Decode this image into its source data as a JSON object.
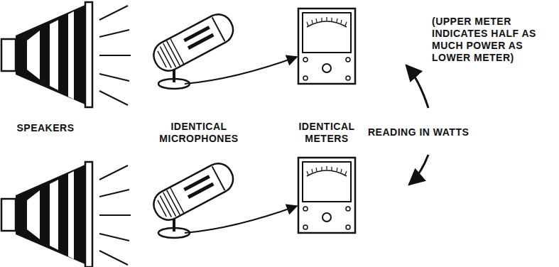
{
  "diagram": {
    "labels": [
      "(UPPER METER INDICATES HALF AS MUCH POWER AS LOWER METER)",
      "SPEAKERS",
      "IDENTICAL MICROPHONES",
      "IDENTICAL METERS",
      "READING IN WATTS"
    ]
  }
}
